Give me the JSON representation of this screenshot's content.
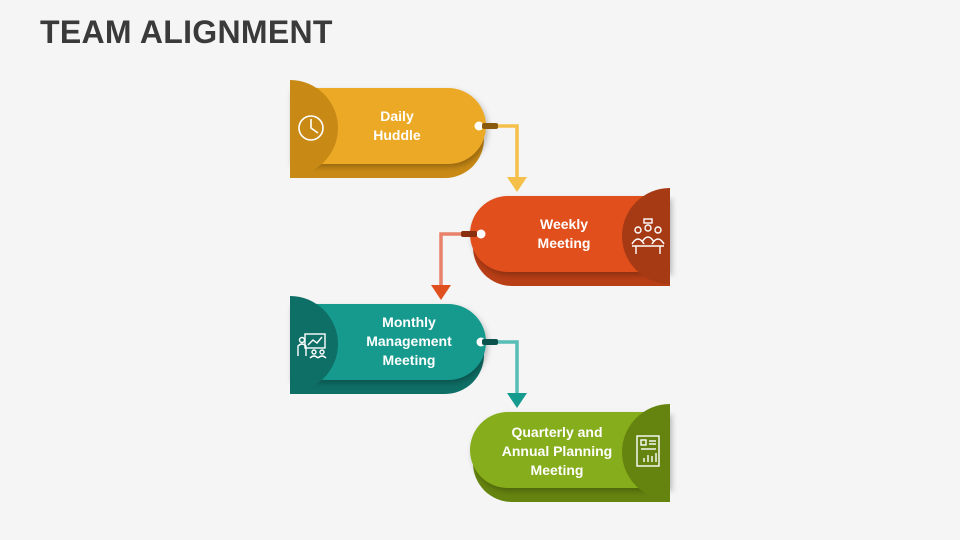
{
  "title": "TEAM ALIGNMENT",
  "steps": [
    {
      "lines": [
        "Daily",
        "Huddle"
      ],
      "icon": "clock-icon",
      "color": "#EBA928",
      "dark": "#C98A15"
    },
    {
      "lines": [
        "Weekly",
        "Meeting"
      ],
      "icon": "meeting-people-icon",
      "color": "#E0501F",
      "dark": "#B83E16"
    },
    {
      "lines": [
        "Monthly",
        "Management",
        "Meeting"
      ],
      "icon": "presentation-icon",
      "color": "#159A8E",
      "dark": "#0E6F66"
    },
    {
      "lines": [
        "Quarterly and",
        "Annual Planning",
        "Meeting"
      ],
      "icon": "report-document-icon",
      "color": "#86AD1B",
      "dark": "#65840F"
    }
  ],
  "connector_colors": [
    "#F5C04A",
    "#E8826A",
    "#56BDB7"
  ]
}
